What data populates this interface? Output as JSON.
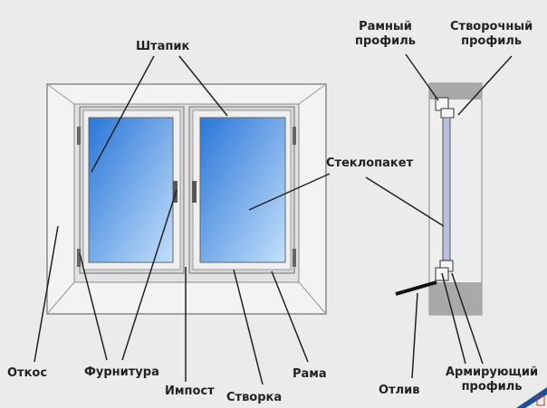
{
  "labels": {
    "shtapik": "Штапик",
    "ramny_1": "Рамный",
    "ramny_2": "профиль",
    "stvorochny_1": "Створочный",
    "stvorochny_2": "профиль",
    "steklopaket": "Стеклопакет",
    "otkos": "Откос",
    "furnitura": "Фурнитура",
    "impost": "Импост",
    "stvorka": "Створка",
    "rama": "Рама",
    "otliv": "Отлив",
    "armir_1": "Армирующий",
    "armir_2": "профиль"
  },
  "colors": {
    "background": "#ebebeb",
    "glass_top": "#2f7fdc",
    "glass_bottom": "#bcdcf8",
    "wall": "#a9a9a9",
    "logo": "#1f4f9c"
  }
}
